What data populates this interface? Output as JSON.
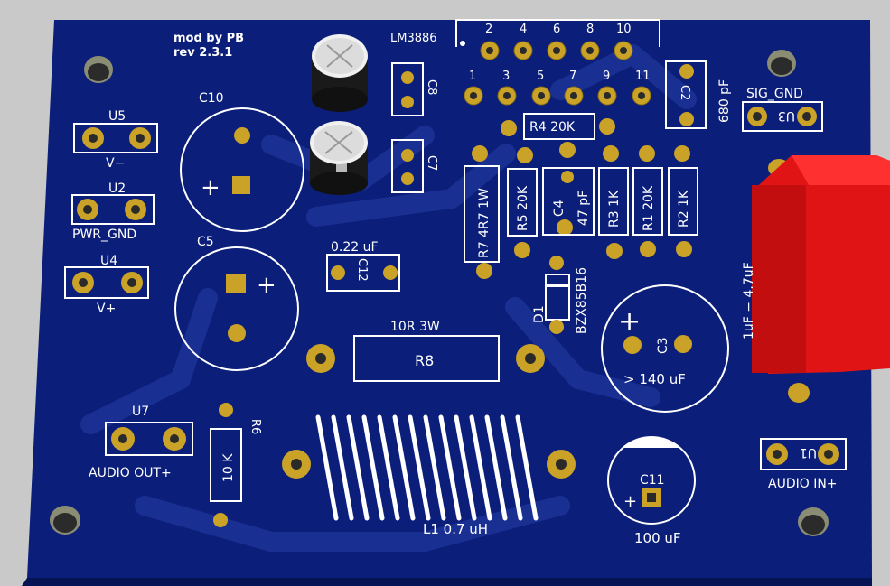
{
  "board": {
    "header_line1": "mod by PB",
    "header_line2": "rev 2.3.1",
    "colors": {
      "substrate": "#0b1f7a",
      "copper_trace": "#1a2f92",
      "pad": "#c9a227",
      "silkscreen": "#ffffff",
      "background": "#c9c9c9",
      "capacitor_body": "#e01414"
    }
  },
  "ic": {
    "label": "LM3886",
    "top_pins": [
      "2",
      "4",
      "6",
      "8",
      "10"
    ],
    "bottom_pins": [
      "1",
      "3",
      "5",
      "7",
      "9",
      "11"
    ]
  },
  "components": {
    "C10": "C10",
    "C5": "C5",
    "C8": "C8",
    "C7": "C7",
    "C2": "C2",
    "C2_value": "680 pF",
    "U3": "U3",
    "SIG_GND": "SIG_GND",
    "U5": "U5",
    "V_minus": "V−",
    "U2": "U2",
    "PWR_GND": "PWR_GND",
    "U4": "U4",
    "V_plus": "V+",
    "R4": "R4 20K",
    "R7": "R7 4R7 1W",
    "R5": "R5 20K",
    "C4": "C4",
    "C4_value": "47 pF",
    "R3": "R3 1K",
    "R1": "R1 20K",
    "R2": "R2 1K",
    "C12_value": "0.22 uF",
    "C12": "C12",
    "D1": "D1",
    "D1_part": "BZX85B16",
    "C3": "C3",
    "C3_value": "> 140 uF",
    "big_cap_value": "1uF − 4.7uF",
    "R8_value": "10R 3W",
    "R8": "R8",
    "U7": "U7",
    "AUDIO_OUT": "AUDIO OUT+",
    "R6": "R6",
    "R6_value": "10 K",
    "L1": "L1  0.7 uH",
    "C11": "C11",
    "C11_value": "100 uF",
    "U1": "U1",
    "AUDIO_IN": "AUDIO IN+",
    "plus_sign": "+"
  }
}
